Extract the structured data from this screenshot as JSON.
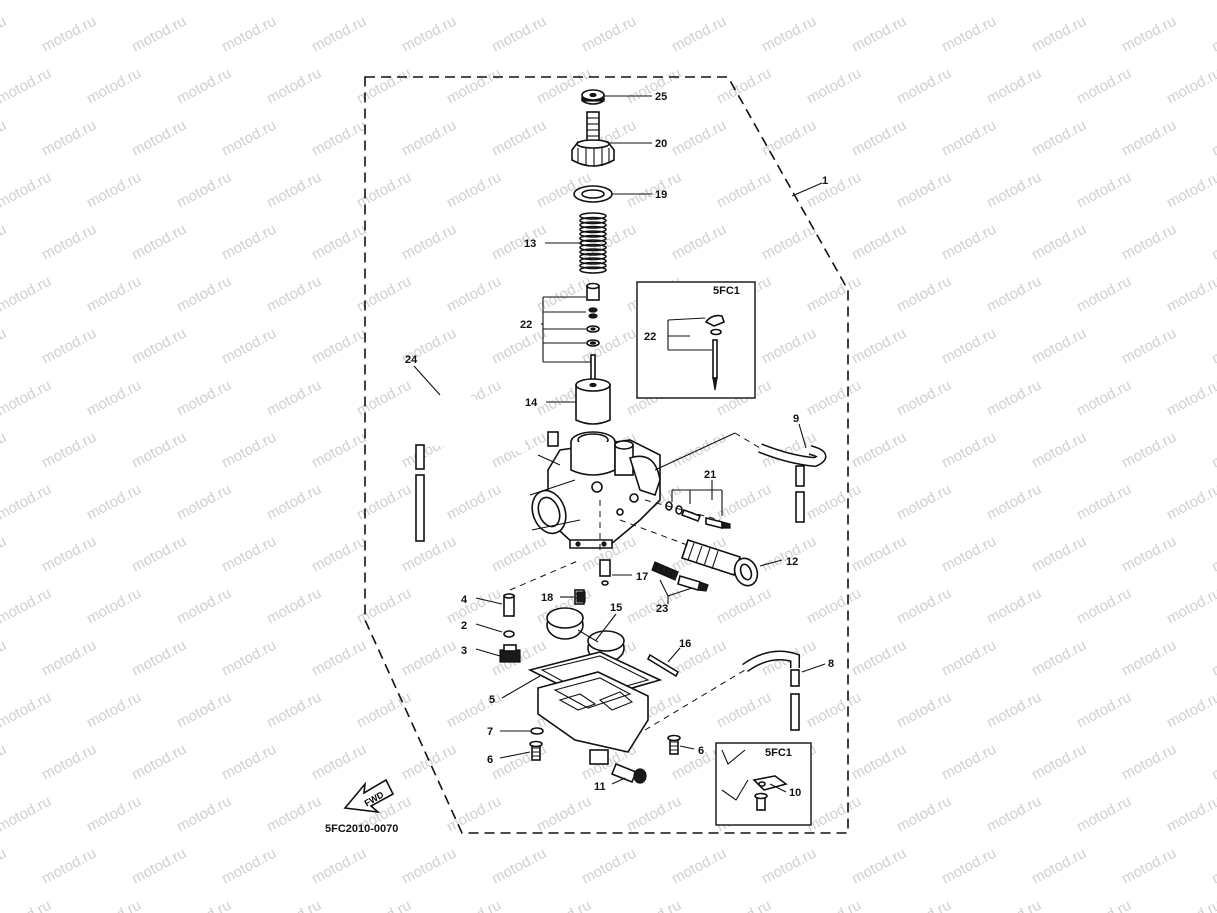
{
  "watermark": "motod.ru",
  "diagram_code": "5FC2010-0070",
  "fwd_label": "FWD",
  "inset_boxes": [
    {
      "label": "5FC1",
      "callouts": [
        "22"
      ]
    },
    {
      "label": "5FC1",
      "callouts": [
        "10"
      ]
    }
  ],
  "callouts": {
    "c1": "1",
    "c2": "2",
    "c3": "3",
    "c4": "4",
    "c5": "5",
    "c6a": "6",
    "c6b": "6",
    "c7": "7",
    "c8": "8",
    "c9": "9",
    "c10": "10",
    "c11": "11",
    "c12": "12",
    "c13": "13",
    "c14": "14",
    "c15": "15",
    "c16": "16",
    "c17": "17",
    "c18": "18",
    "c19": "19",
    "c20": "20",
    "c21": "21",
    "c22": "22",
    "c22b": "22",
    "c23": "23",
    "c24": "24",
    "c25": "25"
  }
}
